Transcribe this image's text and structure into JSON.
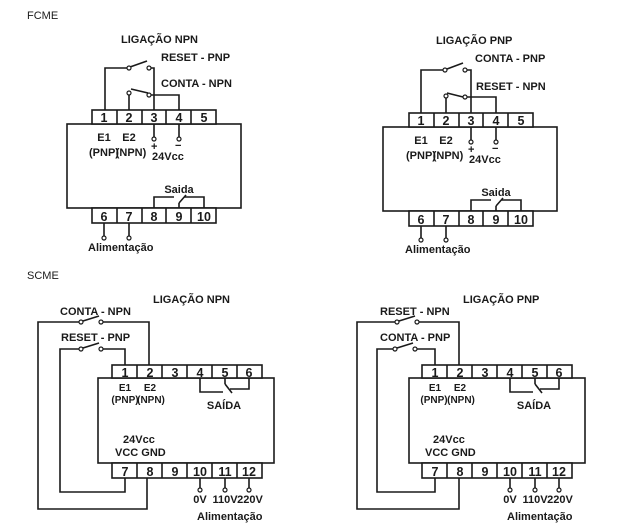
{
  "sections": [
    {
      "name": "FCME",
      "diagrams": [
        {
          "title": "LIGAÇÃO NPN",
          "switch_top_label": "RESET - PNP",
          "switch_bottom_label": "CONTA - NPN",
          "top_terminals": [
            "1",
            "2",
            "3",
            "4",
            "5"
          ],
          "bottom_terminals": [
            "6",
            "7",
            "8",
            "9",
            "10"
          ],
          "e1_label": "E1",
          "e1_sub": "(PNP)",
          "e2_label": "E2",
          "e2_sub": "(NPN)",
          "plus": "+",
          "minus": "−",
          "supply_label": "24Vcc",
          "output_label": "Saida",
          "power_label": "Alimentação"
        },
        {
          "title": "LIGAÇÃO PNP",
          "switch_top_label": "CONTA - PNP",
          "switch_bottom_label": "RESET - NPN",
          "top_terminals": [
            "1",
            "2",
            "3",
            "4",
            "5"
          ],
          "bottom_terminals": [
            "6",
            "7",
            "8",
            "9",
            "10"
          ],
          "e1_label": "E1",
          "e1_sub": "(PNP)",
          "e2_label": "E2",
          "e2_sub": "(NPN)",
          "plus": "+",
          "minus": "−",
          "supply_label": "24Vcc",
          "output_label": "Saida",
          "power_label": "Alimentação"
        }
      ]
    },
    {
      "name": "SCME",
      "diagrams": [
        {
          "title": "LIGAÇÃO NPN",
          "switch_outer_label": "CONTA - NPN",
          "switch_inner_label": "RESET - PNP",
          "top_terminals": [
            "1",
            "2",
            "3",
            "4",
            "5",
            "6"
          ],
          "bottom_terminals": [
            "7",
            "8",
            "9",
            "10",
            "11",
            "12"
          ],
          "e1_label": "E1",
          "e1_sub": "(PNP)",
          "e2_label": "E2",
          "e2_sub": "(NPN)",
          "output_label": "SAÍDA",
          "supply_label": "24Vcc",
          "vcc_gnd_label": "VCC GND",
          "voltages": [
            "0V",
            "110V",
            "220V"
          ],
          "power_label": "Alimentação"
        },
        {
          "title": "LIGAÇÃO PNP",
          "switch_outer_label": "RESET - NPN",
          "switch_inner_label": "CONTA - PNP",
          "top_terminals": [
            "1",
            "2",
            "3",
            "4",
            "5",
            "6"
          ],
          "bottom_terminals": [
            "7",
            "8",
            "9",
            "10",
            "11",
            "12"
          ],
          "e1_label": "E1",
          "e1_sub": "(PNP)",
          "e2_label": "E2",
          "e2_sub": "(NPN)",
          "output_label": "SAÍDA",
          "supply_label": "24Vcc",
          "vcc_gnd_label": "VCC GND",
          "voltages": [
            "0V",
            "110V",
            "220V"
          ],
          "power_label": "Alimentação"
        }
      ]
    }
  ]
}
